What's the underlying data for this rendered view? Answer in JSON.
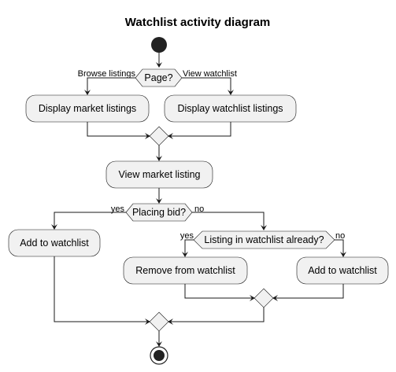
{
  "title": "Watchlist activity diagram",
  "decisions": {
    "page": {
      "label": "Page?",
      "left": "Browse listings",
      "right": "View watchlist"
    },
    "bid": {
      "label": "Placing bid?",
      "left": "yes",
      "right": "no"
    },
    "already": {
      "label": "Listing in watchlist already?",
      "left": "yes",
      "right": "no"
    }
  },
  "actions": {
    "display_market": "Display market listings",
    "display_watchlist": "Display watchlist listings",
    "view_listing": "View market listing",
    "add_left": "Add to watchlist",
    "remove": "Remove from watchlist",
    "add_right": "Add to watchlist"
  },
  "colors": {
    "node_fill": "#f1f1f1",
    "line": "#181818"
  }
}
